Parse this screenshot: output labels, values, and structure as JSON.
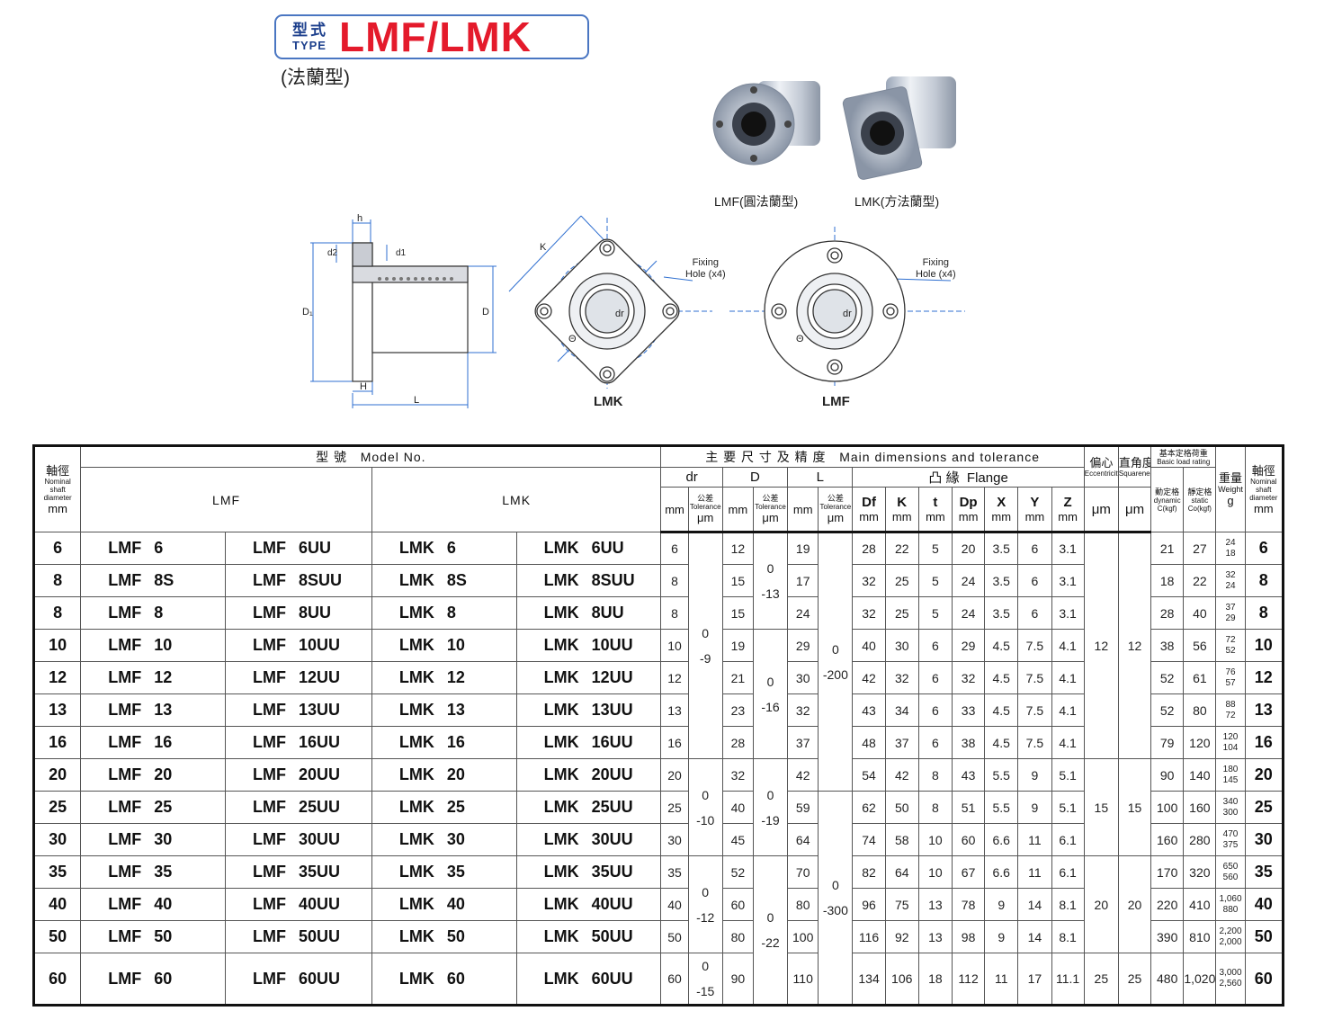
{
  "header": {
    "type_zh": "型式",
    "type_en": "TYPE",
    "title": "LMF/LMK",
    "subtitle": "(法蘭型)"
  },
  "photos": {
    "lmf_caption": "LMF(圓法蘭型)",
    "lmk_caption": "LMK(方法蘭型)"
  },
  "diagrams": {
    "side": {
      "h": "h",
      "d2": "d2",
      "d1": "d1",
      "Df": "D₁",
      "D": "D",
      "H": "H",
      "L": "L"
    },
    "lmk": {
      "label": "LMK",
      "K": "K",
      "dr": "dr",
      "dp": "Θ",
      "fixing": [
        "Fixing",
        "Hole (x4)"
      ]
    },
    "lmf": {
      "label": "LMF",
      "dr": "dr",
      "dp": "Θ",
      "fixing": [
        "Fixing",
        "Hole (x4)"
      ]
    }
  },
  "table": {
    "head": {
      "dia_zh": "軸徑",
      "dia_en1": "Nominal",
      "dia_en2": "shaft",
      "dia_en3": "diameter",
      "dia_unit": "mm",
      "model_zh": "型 號",
      "model_en": "Model No.",
      "lmf": "LMF",
      "lmk": "LMK",
      "main_zh": "主 要 尺 寸 及 精 度",
      "main_en": "Main dimensions and tolerance",
      "dr": "dr",
      "D": "D",
      "L": "L",
      "flange_zh": "凸 緣",
      "flange_en": "Flange",
      "ecc_zh": "偏心",
      "ecc_en": "Eccentricity",
      "sq_zh": "直角度",
      "sq_en": "Squareness",
      "load_zh": "基本定格荷重",
      "load_en": "Basic load rating",
      "dyn_zh": "動定格",
      "dyn_en": "dynamic",
      "dyn_unit": "C(kgf)",
      "sta_zh": "靜定格",
      "sta_en": "static",
      "sta_unit": "Co(kgf)",
      "wt_zh": "重量",
      "wt_en": "Weight",
      "wt_unit": "g",
      "tol_zh": "公差",
      "tol_en": "Tolerance",
      "um": "μm",
      "mm": "mm",
      "Df": "Df",
      "K": "K",
      "t": "t",
      "Dp": "Dp",
      "X": "X",
      "Y": "Y",
      "Z": "Z"
    },
    "rows": [
      {
        "dia": "6",
        "lmf": [
          "LMF",
          "6"
        ],
        "lmf_uu": [
          "LMF",
          "6UU"
        ],
        "lmk": [
          "LMK",
          "6"
        ],
        "lmk_uu": [
          "LMK",
          "6UU"
        ],
        "dr": "6",
        "D": "12",
        "L": "19",
        "Df": "28",
        "K": "22",
        "t": "5",
        "Dp": "20",
        "X": "3.5",
        "Y": "6",
        "Z": "3.1",
        "C": "21",
        "Co": "27",
        "w1": "24",
        "w2": "18"
      },
      {
        "dia": "8",
        "lmf": [
          "LMF",
          "8S"
        ],
        "lmf_uu": [
          "LMF",
          "8SUU"
        ],
        "lmk": [
          "LMK",
          "8S"
        ],
        "lmk_uu": [
          "LMK",
          "8SUU"
        ],
        "dr": "8",
        "D": "15",
        "L": "17",
        "Df": "32",
        "K": "25",
        "t": "5",
        "Dp": "24",
        "X": "3.5",
        "Y": "6",
        "Z": "3.1",
        "C": "18",
        "Co": "22",
        "w1": "32",
        "w2": "24"
      },
      {
        "dia": "8",
        "lmf": [
          "LMF",
          "8"
        ],
        "lmf_uu": [
          "LMF",
          "8UU"
        ],
        "lmk": [
          "LMK",
          "8"
        ],
        "lmk_uu": [
          "LMK",
          "8UU"
        ],
        "dr": "8",
        "D": "15",
        "L": "24",
        "Df": "32",
        "K": "25",
        "t": "5",
        "Dp": "24",
        "X": "3.5",
        "Y": "6",
        "Z": "3.1",
        "C": "28",
        "Co": "40",
        "w1": "37",
        "w2": "29"
      },
      {
        "dia": "10",
        "lmf": [
          "LMF",
          "10"
        ],
        "lmf_uu": [
          "LMF",
          "10UU"
        ],
        "lmk": [
          "LMK",
          "10"
        ],
        "lmk_uu": [
          "LMK",
          "10UU"
        ],
        "dr": "10",
        "D": "19",
        "L": "29",
        "Df": "40",
        "K": "30",
        "t": "6",
        "Dp": "29",
        "X": "4.5",
        "Y": "7.5",
        "Z": "4.1",
        "C": "38",
        "Co": "56",
        "w1": "72",
        "w2": "52"
      },
      {
        "dia": "12",
        "lmf": [
          "LMF",
          "12"
        ],
        "lmf_uu": [
          "LMF",
          "12UU"
        ],
        "lmk": [
          "LMK",
          "12"
        ],
        "lmk_uu": [
          "LMK",
          "12UU"
        ],
        "dr": "12",
        "D": "21",
        "L": "30",
        "Df": "42",
        "K": "32",
        "t": "6",
        "Dp": "32",
        "X": "4.5",
        "Y": "7.5",
        "Z": "4.1",
        "C": "52",
        "Co": "61",
        "w1": "76",
        "w2": "57"
      },
      {
        "dia": "13",
        "lmf": [
          "LMF",
          "13"
        ],
        "lmf_uu": [
          "LMF",
          "13UU"
        ],
        "lmk": [
          "LMK",
          "13"
        ],
        "lmk_uu": [
          "LMK",
          "13UU"
        ],
        "dr": "13",
        "D": "23",
        "L": "32",
        "Df": "43",
        "K": "34",
        "t": "6",
        "Dp": "33",
        "X": "4.5",
        "Y": "7.5",
        "Z": "4.1",
        "C": "52",
        "Co": "80",
        "w1": "88",
        "w2": "72"
      },
      {
        "dia": "16",
        "lmf": [
          "LMF",
          "16"
        ],
        "lmf_uu": [
          "LMF",
          "16UU"
        ],
        "lmk": [
          "LMK",
          "16"
        ],
        "lmk_uu": [
          "LMK",
          "16UU"
        ],
        "dr": "16",
        "D": "28",
        "L": "37",
        "Df": "48",
        "K": "37",
        "t": "6",
        "Dp": "38",
        "X": "4.5",
        "Y": "7.5",
        "Z": "4.1",
        "C": "79",
        "Co": "120",
        "w1": "120",
        "w2": "104"
      },
      {
        "dia": "20",
        "lmf": [
          "LMF",
          "20"
        ],
        "lmf_uu": [
          "LMF",
          "20UU"
        ],
        "lmk": [
          "LMK",
          "20"
        ],
        "lmk_uu": [
          "LMK",
          "20UU"
        ],
        "dr": "20",
        "D": "32",
        "L": "42",
        "Df": "54",
        "K": "42",
        "t": "8",
        "Dp": "43",
        "X": "5.5",
        "Y": "9",
        "Z": "5.1",
        "C": "90",
        "Co": "140",
        "w1": "180",
        "w2": "145"
      },
      {
        "dia": "25",
        "lmf": [
          "LMF",
          "25"
        ],
        "lmf_uu": [
          "LMF",
          "25UU"
        ],
        "lmk": [
          "LMK",
          "25"
        ],
        "lmk_uu": [
          "LMK",
          "25UU"
        ],
        "dr": "25",
        "D": "40",
        "L": "59",
        "Df": "62",
        "K": "50",
        "t": "8",
        "Dp": "51",
        "X": "5.5",
        "Y": "9",
        "Z": "5.1",
        "C": "100",
        "Co": "160",
        "w1": "340",
        "w2": "300"
      },
      {
        "dia": "30",
        "lmf": [
          "LMF",
          "30"
        ],
        "lmf_uu": [
          "LMF",
          "30UU"
        ],
        "lmk": [
          "LMK",
          "30"
        ],
        "lmk_uu": [
          "LMK",
          "30UU"
        ],
        "dr": "30",
        "D": "45",
        "L": "64",
        "Df": "74",
        "K": "58",
        "t": "10",
        "Dp": "60",
        "X": "6.6",
        "Y": "11",
        "Z": "6.1",
        "C": "160",
        "Co": "280",
        "w1": "470",
        "w2": "375"
      },
      {
        "dia": "35",
        "lmf": [
          "LMF",
          "35"
        ],
        "lmf_uu": [
          "LMF",
          "35UU"
        ],
        "lmk": [
          "LMK",
          "35"
        ],
        "lmk_uu": [
          "LMK",
          "35UU"
        ],
        "dr": "35",
        "D": "52",
        "L": "70",
        "Df": "82",
        "K": "64",
        "t": "10",
        "Dp": "67",
        "X": "6.6",
        "Y": "11",
        "Z": "6.1",
        "C": "170",
        "Co": "320",
        "w1": "650",
        "w2": "560"
      },
      {
        "dia": "40",
        "lmf": [
          "LMF",
          "40"
        ],
        "lmf_uu": [
          "LMF",
          "40UU"
        ],
        "lmk": [
          "LMK",
          "40"
        ],
        "lmk_uu": [
          "LMK",
          "40UU"
        ],
        "dr": "40",
        "D": "60",
        "L": "80",
        "Df": "96",
        "K": "75",
        "t": "13",
        "Dp": "78",
        "X": "9",
        "Y": "14",
        "Z": "8.1",
        "C": "220",
        "Co": "410",
        "w1": "1,060",
        "w2": "880"
      },
      {
        "dia": "50",
        "lmf": [
          "LMF",
          "50"
        ],
        "lmf_uu": [
          "LMF",
          "50UU"
        ],
        "lmk": [
          "LMK",
          "50"
        ],
        "lmk_uu": [
          "LMK",
          "50UU"
        ],
        "dr": "50",
        "D": "80",
        "L": "100",
        "Df": "116",
        "K": "92",
        "t": "13",
        "Dp": "98",
        "X": "9",
        "Y": "14",
        "Z": "8.1",
        "C": "390",
        "Co": "810",
        "w1": "2,200",
        "w2": "2,000"
      },
      {
        "dia": "60",
        "lmf": [
          "LMF",
          "60"
        ],
        "lmf_uu": [
          "LMF",
          "60UU"
        ],
        "lmk": [
          "LMK",
          "60"
        ],
        "lmk_uu": [
          "LMK",
          "60UU"
        ],
        "dr": "60",
        "D": "90",
        "L": "110",
        "Df": "134",
        "K": "106",
        "t": "18",
        "Dp": "112",
        "X": "11",
        "Y": "17",
        "Z": "11.1",
        "C": "480",
        "Co": "1,020",
        "w1": "3,000",
        "w2": "2,560"
      }
    ],
    "merged": {
      "dr_tol": [
        {
          "rows": 7,
          "text": [
            "0",
            "-9"
          ]
        },
        {
          "rows": 3,
          "text": [
            "0",
            "-10"
          ]
        },
        {
          "rows": 3,
          "text": [
            "0",
            "-12"
          ]
        },
        {
          "rows": 1,
          "text": [
            "0",
            "-15"
          ]
        }
      ],
      "D_tol": [
        {
          "rows": 3,
          "text": [
            "0",
            "-13"
          ]
        },
        {
          "rows": 4,
          "text": [
            "0",
            "-16"
          ]
        },
        {
          "rows": 3,
          "text": [
            "0",
            "-19"
          ]
        },
        {
          "rows": 4,
          "text": [
            "0",
            "-22"
          ]
        }
      ],
      "L_tol": [
        {
          "rows": 8,
          "text": [
            "0",
            "-200"
          ]
        },
        {
          "rows": 6,
          "text": [
            "0",
            "-300"
          ]
        }
      ],
      "ecc": [
        {
          "rows": 7,
          "text": "12"
        },
        {
          "rows": 3,
          "text": "15"
        },
        {
          "rows": 3,
          "text": "20"
        },
        {
          "rows": 1,
          "text": "25"
        }
      ],
      "sq": [
        {
          "rows": 7,
          "text": "12"
        },
        {
          "rows": 3,
          "text": "15"
        },
        {
          "rows": 3,
          "text": "20"
        },
        {
          "rows": 1,
          "text": "25"
        }
      ]
    }
  },
  "colors": {
    "title_red": "#e41a2b",
    "box_blue": "#4a76c2",
    "dim_blue": "#2f6fd0",
    "label_navy": "#1c3f8c"
  }
}
